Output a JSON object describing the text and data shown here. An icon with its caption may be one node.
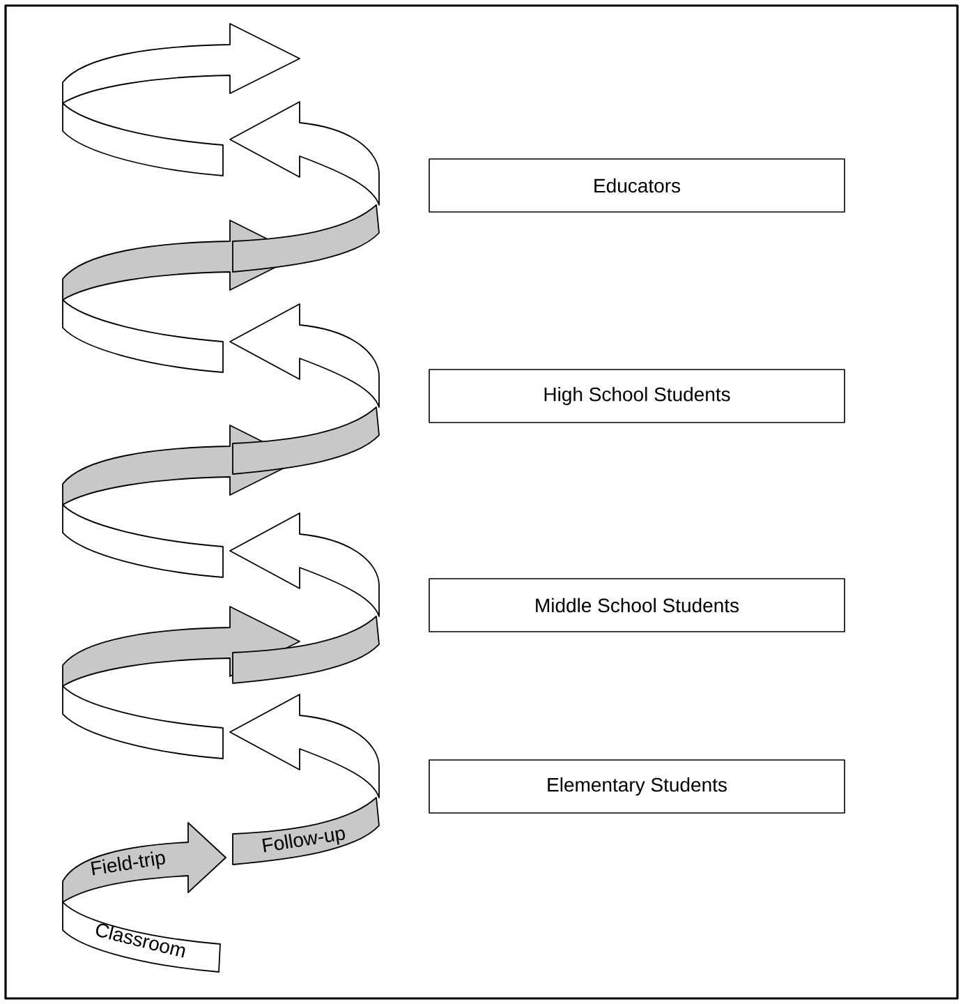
{
  "diagram": {
    "nodes": [
      {
        "text": [
          "Educators"
        ]
      },
      {
        "text": [
          "High School Students"
        ]
      },
      {
        "text": [
          "Middle School Students"
        ]
      },
      {
        "text": [
          "Elementary Students"
        ]
      },
      {
        "text": [
          "Field-trip"
        ]
      },
      {
        "text": [
          "Follow-up"
        ]
      },
      {
        "text": [
          "Classroom"
        ]
      }
    ]
  }
}
